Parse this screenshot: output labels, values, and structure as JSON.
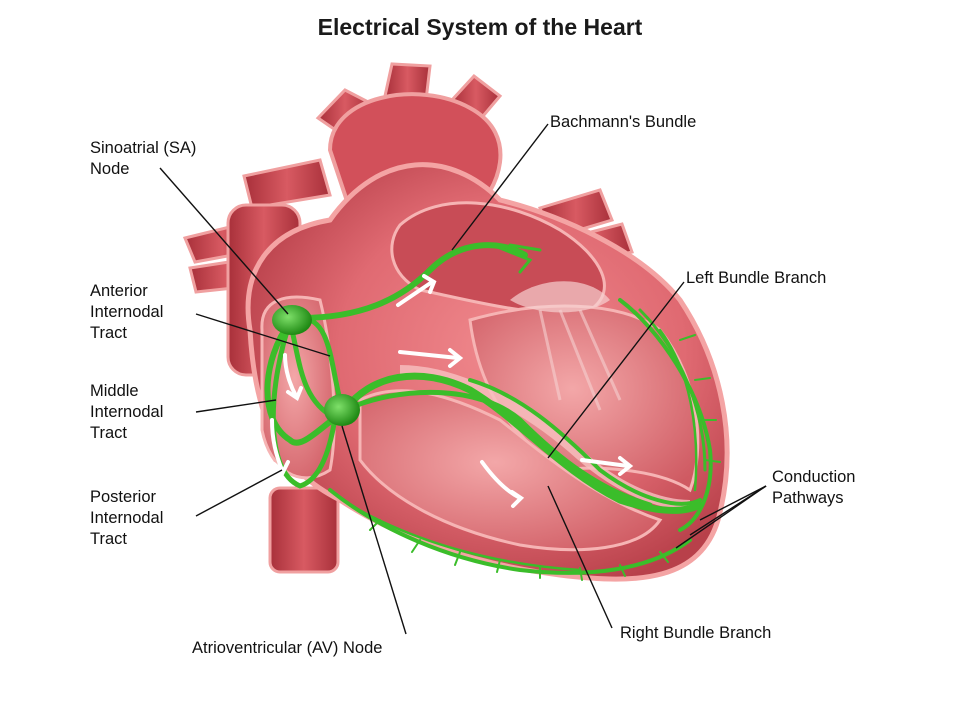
{
  "title": "Electrical System of the Heart",
  "labels": {
    "sa_node": "Sinoatrial (SA)\nNode",
    "bachmann": "Bachmann's Bundle",
    "left_bundle": "Left Bundle Branch",
    "anterior": "Anterior\nInternodal\nTract",
    "middle": "Middle\nInternodal\nTract",
    "posterior": "Posterior\nInternodal\nTract",
    "conduction": "Conduction\nPathways",
    "right_bundle": "Right Bundle Branch",
    "av_node": "Atrioventricular (AV) Node"
  },
  "colors": {
    "muscle": "#e06a72",
    "muscle_dark": "#b83c46",
    "muscle_light": "#f2a5a5",
    "vessel": "#c9404a",
    "conduction": "#3bbd2a",
    "conduction_dark": "#1f8a14",
    "arrow": "#ffffff"
  }
}
